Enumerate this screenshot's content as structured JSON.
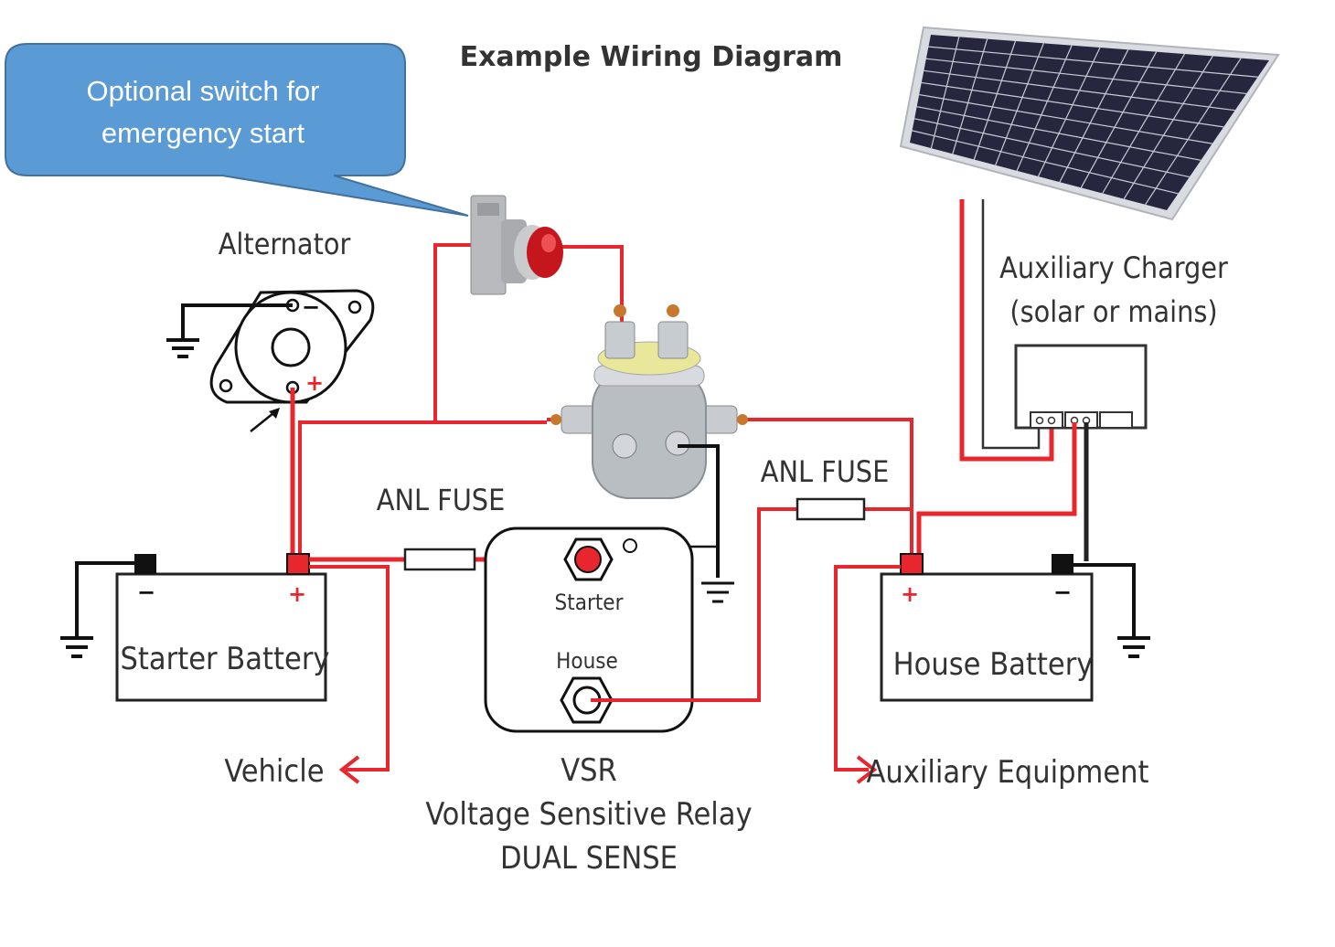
{
  "title": "Example Wiring Diagram",
  "callout": {
    "line1": "Optional switch for",
    "line2": "emergency start",
    "fill": "#5b9bd5",
    "border": "#41719c"
  },
  "components": {
    "alternator": {
      "label": "Alternator",
      "neg": "−",
      "pos": "+"
    },
    "starter_battery": {
      "label": "Starter Battery",
      "neg": "−",
      "pos": "+"
    },
    "house_battery": {
      "label": "House Battery",
      "neg": "−",
      "pos": "+"
    },
    "vsr": {
      "terminal_starter": "Starter",
      "terminal_house": "House",
      "name": "VSR",
      "full_name": "Voltage Sensitive Relay",
      "mode": "DUAL SENSE"
    },
    "fuse_left": {
      "label": "ANL FUSE"
    },
    "fuse_right": {
      "label": "ANL FUSE"
    },
    "aux_charger": {
      "line1": "Auxiliary Charger",
      "line2": "(solar or mains)"
    },
    "solenoid": {
      "label": "solenoid-relay"
    },
    "switch": {
      "label": "push-button-switch"
    },
    "solar_panel": {
      "label": "solar-panel"
    }
  },
  "outputs": {
    "vehicle": "Vehicle",
    "aux_equipment": "Auxiliary Equipment"
  },
  "colors": {
    "positive_wire": "#e8262e",
    "negative_wire": "#111111",
    "outline": "#1a1a1a",
    "text": "#333333"
  }
}
